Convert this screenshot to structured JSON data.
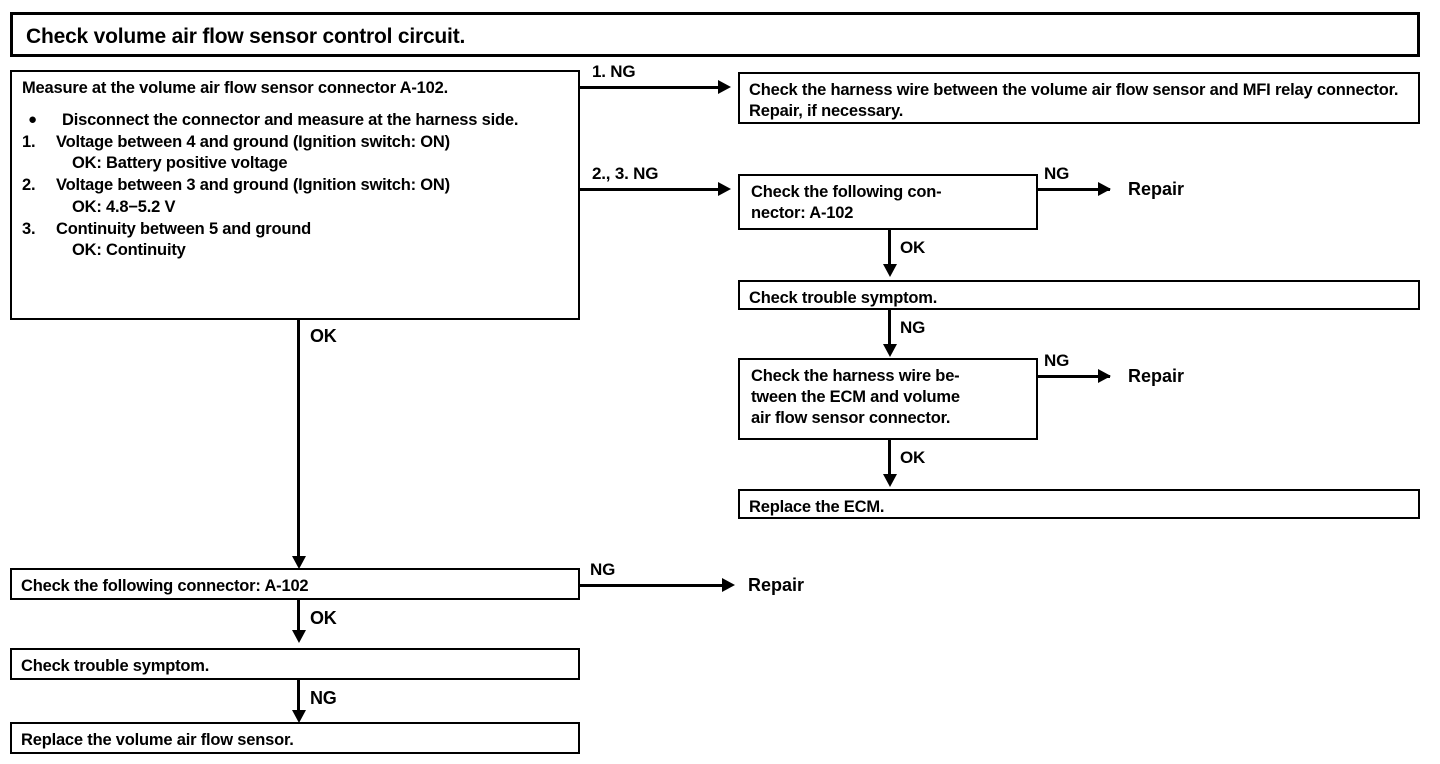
{
  "title": {
    "text": "Check volume air flow sensor control circuit."
  },
  "measure_box": {
    "heading": "Measure at the volume air flow sensor connector A-102.",
    "items": [
      {
        "marker": "●",
        "text": "Disconnect the connector and measure at the harness side.",
        "sub": ""
      },
      {
        "marker": "1.",
        "text": "Voltage between 4 and ground (Ignition switch: ON)",
        "sub": "OK: Battery positive voltage"
      },
      {
        "marker": "2.",
        "text": "Voltage between 3 and ground (Ignition switch: ON)",
        "sub": "OK: 4.8−5.2 V"
      },
      {
        "marker": "3.",
        "text": "Continuity between 5 and ground",
        "sub": "OK: Continuity"
      }
    ]
  },
  "boxes": {
    "harness_mfi": "Check the harness wire between the volume air flow sensor and MFI relay connector. Repair, if necessary.",
    "connector_right": "Check the following con-\nnector: A-102",
    "trouble_symptom_right": "Check trouble symptom.",
    "harness_ecm": "Check the harness wire be-\ntween the ECM and volume\nair flow sensor connector.",
    "replace_ecm": "Replace the ECM.",
    "connector_left": "Check the following connector: A-102",
    "trouble_symptom_left": "Check trouble symptom.",
    "replace_sensor": "Replace the volume air flow sensor."
  },
  "labels": {
    "ng1": "1. NG",
    "ng23": "2., 3. NG",
    "ng_connector_right": "NG",
    "ok_connector_right": "OK",
    "ng_trouble_right": "NG",
    "ng_harness_ecm": "NG",
    "ok_harness_ecm": "OK",
    "ok_main": "OK",
    "ng_connector_left": "NG",
    "ok_connector_left": "OK",
    "ng_trouble_left": "NG"
  },
  "terminals": {
    "repair_top": "Repair",
    "repair_mid": "Repair",
    "repair_bottom": "Repair"
  },
  "colors": {
    "ink": "#000000",
    "paper": "#ffffff"
  }
}
